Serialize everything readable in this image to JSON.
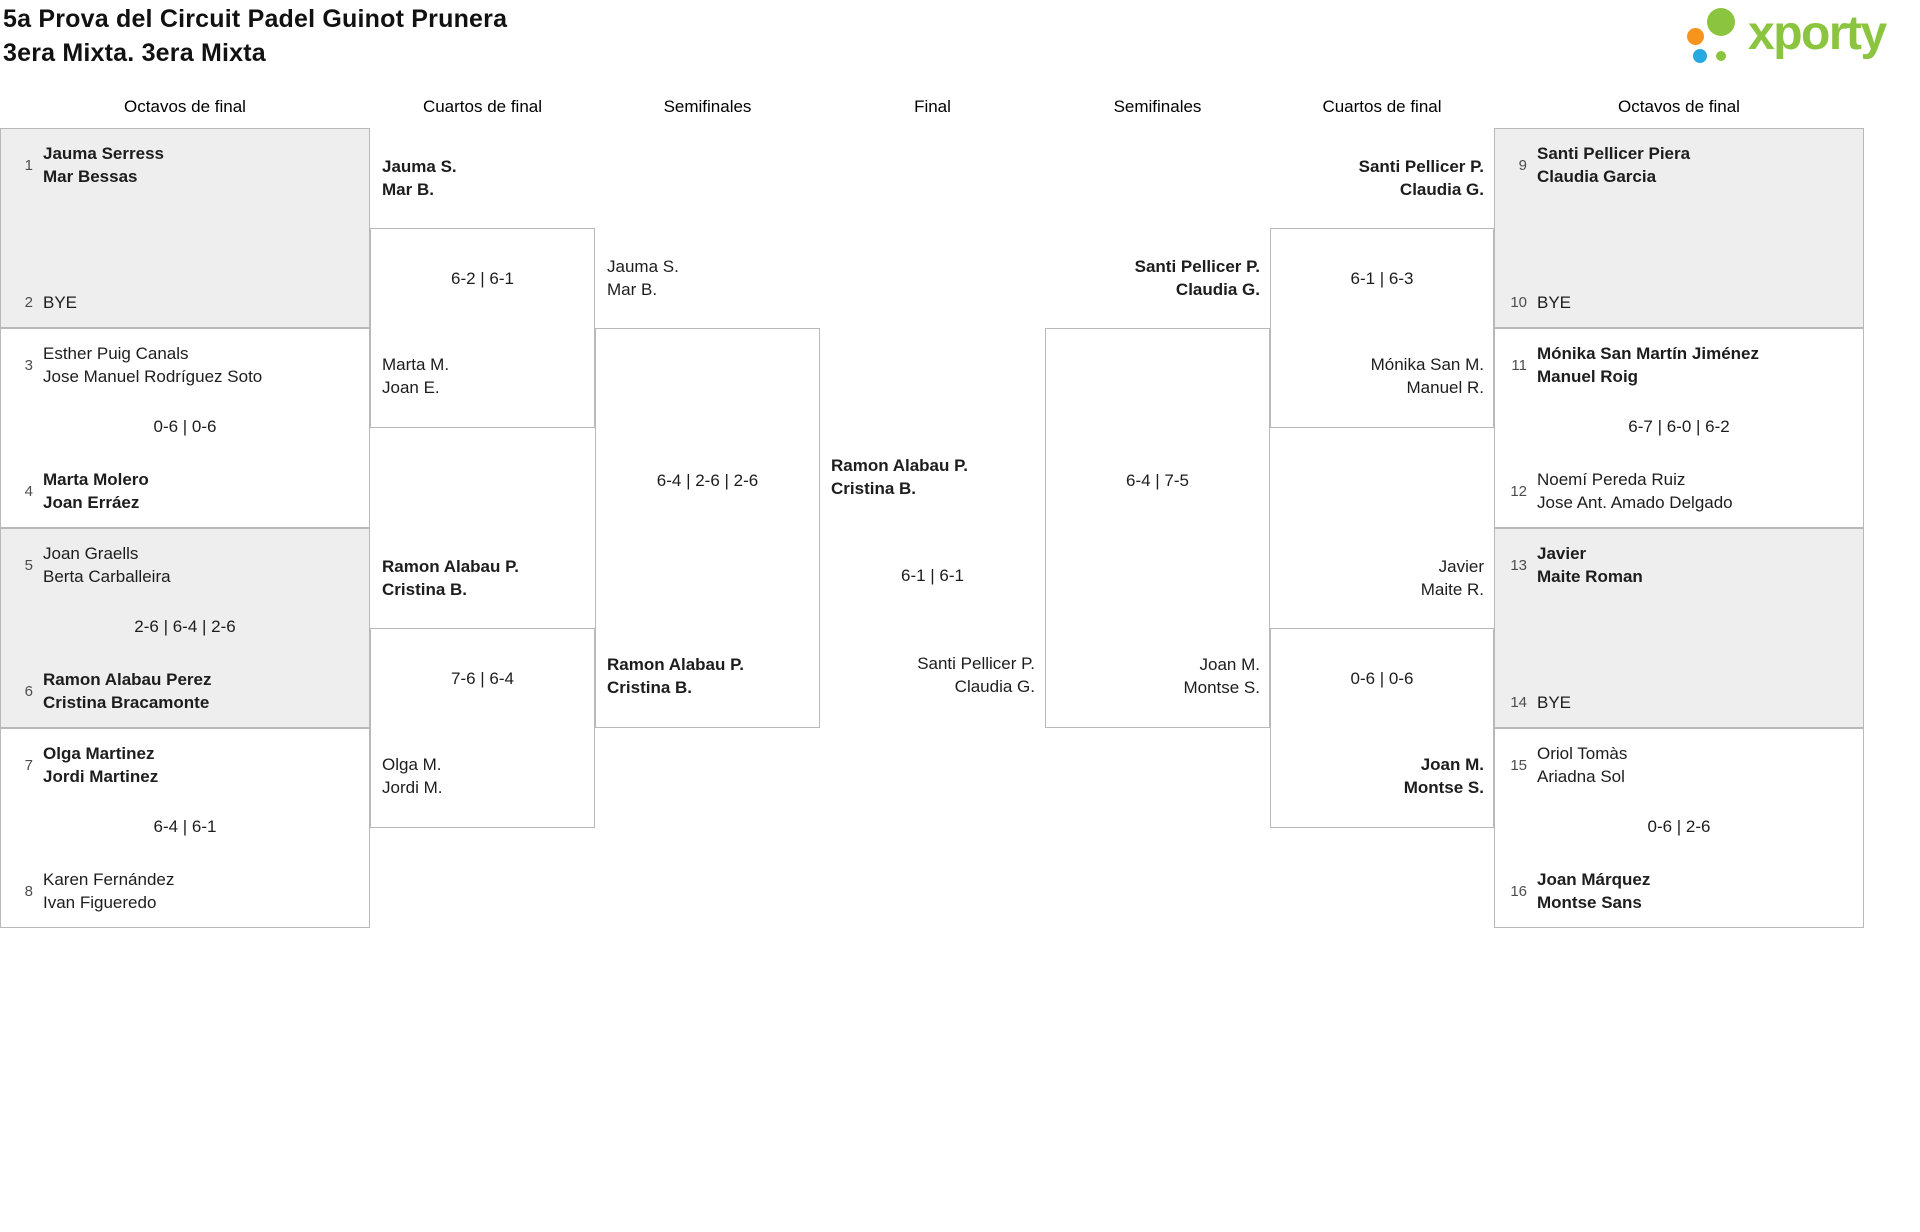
{
  "header": {
    "title": "5a Prova del Circuit Padel Guinot Prunera",
    "subtitle": "3era Mixta. 3era Mixta"
  },
  "logo": {
    "text": "xporty"
  },
  "colors": {
    "brand_green": "#8bc53f",
    "brand_orange": "#f7941d",
    "brand_blue": "#27aae1",
    "box_gray": "#eeeeee",
    "border_gray": "#b9b9b9"
  },
  "round_headers": {
    "left_octavos": "Octavos de final",
    "left_cuartos": "Cuartos de final",
    "left_semis": "Semifinales",
    "final": "Final",
    "right_semis": "Semifinales",
    "right_cuartos": "Cuartos de final",
    "right_octavos": "Octavos de final"
  },
  "matches": {
    "l16_1": {
      "seed_a": "1",
      "team_a": "Jauma Serress\nMar Bessas",
      "score": "",
      "seed_b": "2",
      "team_b": "BYE"
    },
    "l16_2": {
      "seed_a": "3",
      "team_a": "Esther Puig Canals\nJose Manuel Rodríguez Soto",
      "score": "0-6 | 0-6",
      "seed_b": "4",
      "team_b": "Marta Molero\nJoan Erráez"
    },
    "l16_3": {
      "seed_a": "5",
      "team_a": "Joan Graells\nBerta Carballeira",
      "score": "2-6 | 6-4 | 2-6",
      "seed_b": "6",
      "team_b": "Ramon Alabau Perez\nCristina Bracamonte"
    },
    "l16_4": {
      "seed_a": "7",
      "team_a": "Olga Martinez\nJordi Martinez",
      "score": "6-4 | 6-1",
      "seed_b": "8",
      "team_b": "Karen Fernández\nIvan Figueredo"
    },
    "lqf_1": {
      "team_a": "Jauma S.\nMar B.",
      "score": "6-2 | 6-1",
      "team_b": "Marta M.\nJoan E."
    },
    "lqf_2": {
      "team_a": "Ramon Alabau P.\nCristina B.",
      "score": "7-6 | 6-4",
      "team_b": "Olga M.\nJordi M."
    },
    "lsf": {
      "team_a": "Jauma S.\nMar B.",
      "score": "6-4 | 2-6 | 2-6",
      "team_b": "Ramon Alabau P.\nCristina B."
    },
    "final": {
      "team_a": "Ramon Alabau P.\nCristina B.",
      "score": "6-1 | 6-1",
      "team_b": "Santi Pellicer P.\nClaudia G."
    },
    "rsf": {
      "team_a": "Santi Pellicer P.\nClaudia G.",
      "score": "6-4 | 7-5",
      "team_b": "Joan M.\nMontse S."
    },
    "rqf_1": {
      "team_a": "Santi Pellicer P.\nClaudia G.",
      "score": "6-1 | 6-3",
      "team_b": "Mónika San M.\nManuel R."
    },
    "rqf_2": {
      "team_a": "Javier\nMaite R.",
      "score": "0-6 | 0-6",
      "team_b": "Joan M.\nMontse S."
    },
    "r16_1": {
      "seed_a": "9",
      "team_a": "Santi Pellicer Piera\nClaudia Garcia",
      "score": "",
      "seed_b": "10",
      "team_b": "BYE"
    },
    "r16_2": {
      "seed_a": "11",
      "team_a": "Mónika San Martín Jiménez\nManuel Roig",
      "score": "6-7 | 6-0 | 6-2",
      "seed_b": "12",
      "team_b": "Noemí Pereda Ruiz\nJose Ant. Amado Delgado"
    },
    "r16_3": {
      "seed_a": "13",
      "team_a": "Javier\nMaite Roman",
      "score": "",
      "seed_b": "14",
      "team_b": "BYE"
    },
    "r16_4": {
      "seed_a": "15",
      "team_a": "Oriol Tomàs\nAriadna Sol",
      "score": "0-6 | 2-6",
      "seed_b": "16",
      "team_b": "Joan Márquez\nMontse Sans"
    }
  }
}
